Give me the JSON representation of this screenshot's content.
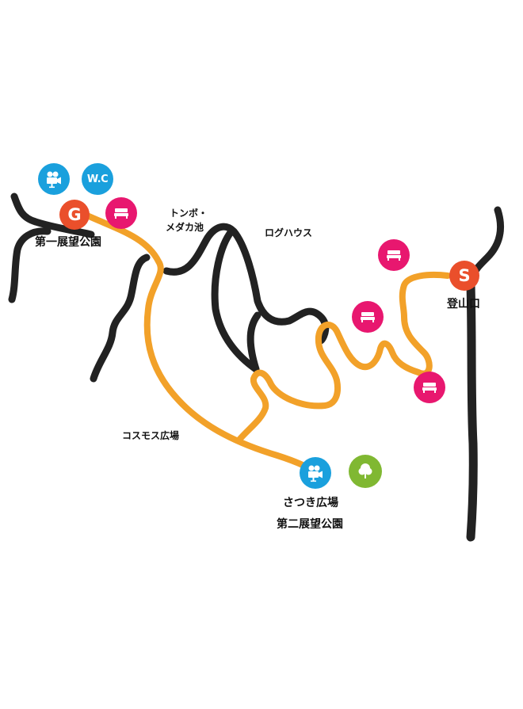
{
  "colors": {
    "route": "#f2a129",
    "road": "#222222",
    "goal_start": "#ea4f2b",
    "video_wc": "#1aa0dd",
    "bench": "#e8176f",
    "tree": "#80b832"
  },
  "markers": {
    "goal": "G",
    "start": "S"
  },
  "icons": {
    "video": "video-camera-icon",
    "wc": "W.C",
    "bench": "bench-icon",
    "tree": "tree-icon"
  },
  "labels": {
    "first_observatory": "第一展望公園",
    "tonbo_1": "トンボ・",
    "tonbo_2": "メダカ池",
    "log_house": "ログハウス",
    "trailhead": "登山口",
    "cosmos": "コスモス広場",
    "satsuki": "さつき広場",
    "second_observatory": "第二展望公園"
  }
}
